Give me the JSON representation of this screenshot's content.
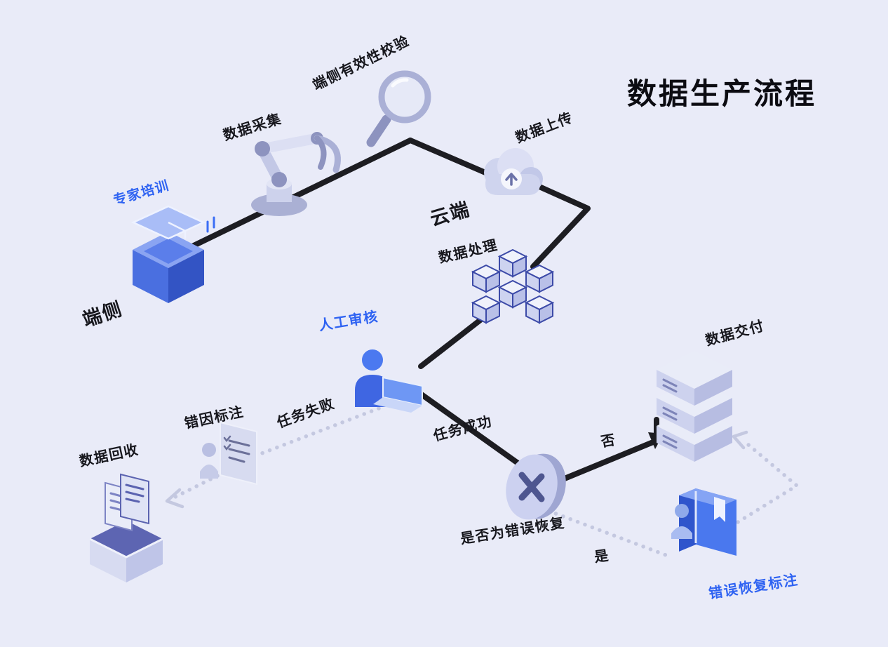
{
  "title": "数据生产流程",
  "colors": {
    "background": "#e9ebf8",
    "accent_blue": "#2f63f2",
    "flow_line": "#1d1d22",
    "dotted_line": "#c4c8e0",
    "icon_lavender": "#cdd2ec",
    "icon_blue": "#4a78ee"
  },
  "labels": {
    "expert_training": "专家培训",
    "device_side": "端侧",
    "data_collection": "数据采集",
    "device_validity_check": "端侧有效性校验",
    "data_upload": "数据上传",
    "cloud_side": "云端",
    "data_processing": "数据处理",
    "manual_review": "人工审核",
    "task_failed": "任务失败",
    "task_success": "任务成功",
    "error_cause_annotation": "错因标注",
    "data_recycle": "数据回收",
    "data_delivery": "数据交付",
    "is_error_recovery": "是否为错误恢复",
    "branch_no": "否",
    "branch_yes": "是",
    "error_recovery_annotation": "错误恢复标注"
  },
  "icons": [
    "graduation-podium-icon",
    "robot-arm-icon",
    "magnifier-icon",
    "cloud-upload-icon",
    "data-cubes-icon",
    "reviewer-person-icon",
    "decision-x-icon",
    "server-stack-icon",
    "error-cause-person-icon",
    "recycle-box-icon",
    "error-recovery-book-icon"
  ]
}
